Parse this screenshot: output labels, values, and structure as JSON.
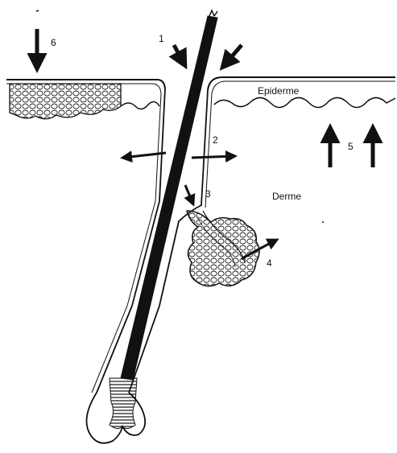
{
  "diagram": {
    "layers": {
      "epidermis": "Epiderme",
      "dermis": "Derme"
    },
    "callouts": [
      "1",
      "2",
      "3",
      "4",
      "5",
      "6"
    ]
  },
  "colors": {
    "ink": "#111111",
    "background": "#ffffff"
  }
}
